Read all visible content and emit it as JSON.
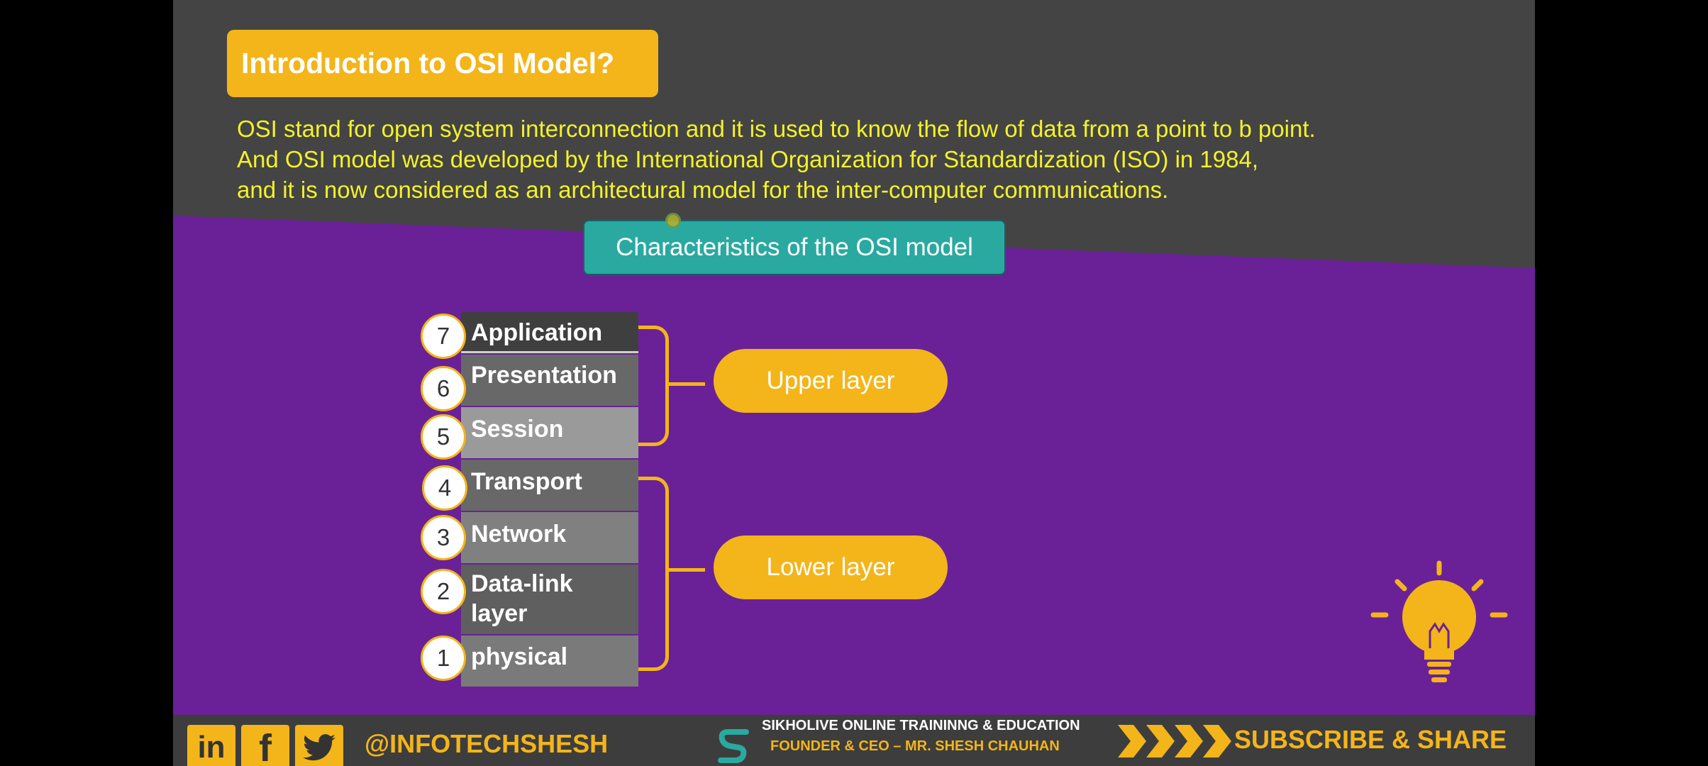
{
  "title": "Introduction to OSI Model?",
  "intro_lines": [
    "OSI stand for open system interconnection  and it is used to know the flow of data from a point to b point.",
    "And OSI model was developed by the International Organization for Standardization (ISO) in 1984,",
    "and it is now considered as an architectural model for the inter-computer communications."
  ],
  "characteristics_label": "Characteristics of the OSI  model",
  "layers": [
    {
      "num": "7",
      "label": "Application"
    },
    {
      "num": "6",
      "label": "Presentation"
    },
    {
      "num": "5",
      "label": "Session"
    },
    {
      "num": "4",
      "label": "Transport"
    },
    {
      "num": "3",
      "label": "Network"
    },
    {
      "num": "2",
      "label": "Data-link layer"
    },
    {
      "num": "1",
      "label": "physical"
    }
  ],
  "groups": {
    "upper": "Upper layer",
    "lower": "Lower layer"
  },
  "footer": {
    "linkedin": "in",
    "facebook": "f",
    "handle": "@INFOTECHSHESH",
    "brand_line1": "SIKHOLIVE ONLINE TRAININNG & EDUCATION",
    "brand_line2": "FOUNDER & CEO – MR. SHESH CHAUHAN",
    "subscribe": "SUBSCRIBE & SHARE"
  },
  "icons": [
    "linkedin-icon",
    "facebook-icon",
    "twitter-icon",
    "sikholive-logo-icon",
    "chevrons-icon",
    "lightbulb-icon"
  ],
  "colors": {
    "accent_yellow": "#f3b51a",
    "purple": "#6a2197",
    "teal": "#2aa9a0",
    "intro_text": "#f3f22a",
    "dark_bg": "#444444"
  }
}
